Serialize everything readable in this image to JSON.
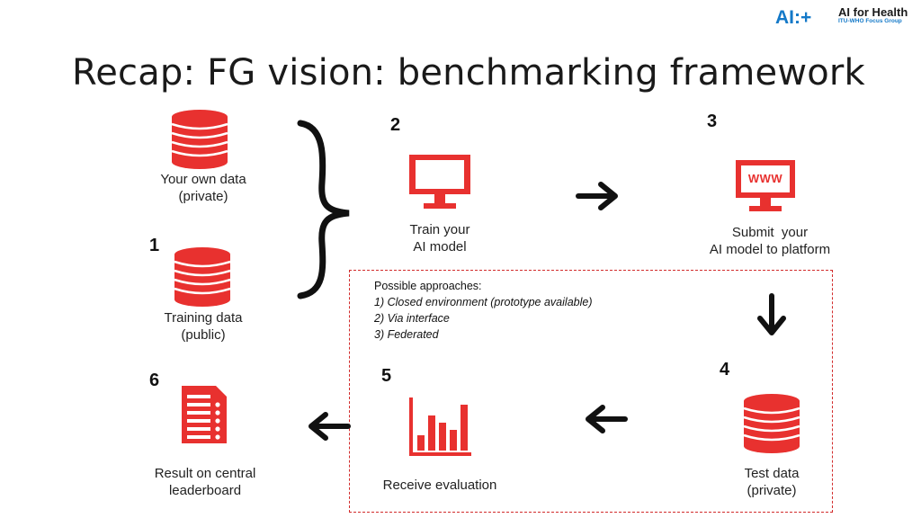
{
  "slide": {
    "title": "Recap: FG vision: benchmarking framework"
  },
  "logo": {
    "mark": "AI:+",
    "name": "AI for Health",
    "subtitle": "ITU-WHO Focus Group"
  },
  "steps": {
    "own_data": {
      "line1": "Your own data",
      "line2": "(private)"
    },
    "training_data": {
      "number": "1",
      "line1": "Training data",
      "line2": "(public)"
    },
    "train_model": {
      "number": "2",
      "line1": "Train your",
      "line2": "AI model"
    },
    "submit": {
      "number": "3",
      "line1": "Submit  your",
      "line2": "AI model to platform",
      "screen_text": "WWW"
    },
    "test_data": {
      "number": "4",
      "line1": "Test data",
      "line2": "(private)"
    },
    "evaluation": {
      "number": "5",
      "line1": "Receive evaluation"
    },
    "leaderboard": {
      "number": "6",
      "line1": "Result on central",
      "line2": "leaderboard"
    }
  },
  "approaches": {
    "heading": "Possible approaches:",
    "items": [
      "1) Closed environment (prototype available)",
      "2) Via interface",
      "3) Federated"
    ]
  },
  "colors": {
    "accent_red": "#e8312f",
    "logo_blue": "#1479c8"
  }
}
